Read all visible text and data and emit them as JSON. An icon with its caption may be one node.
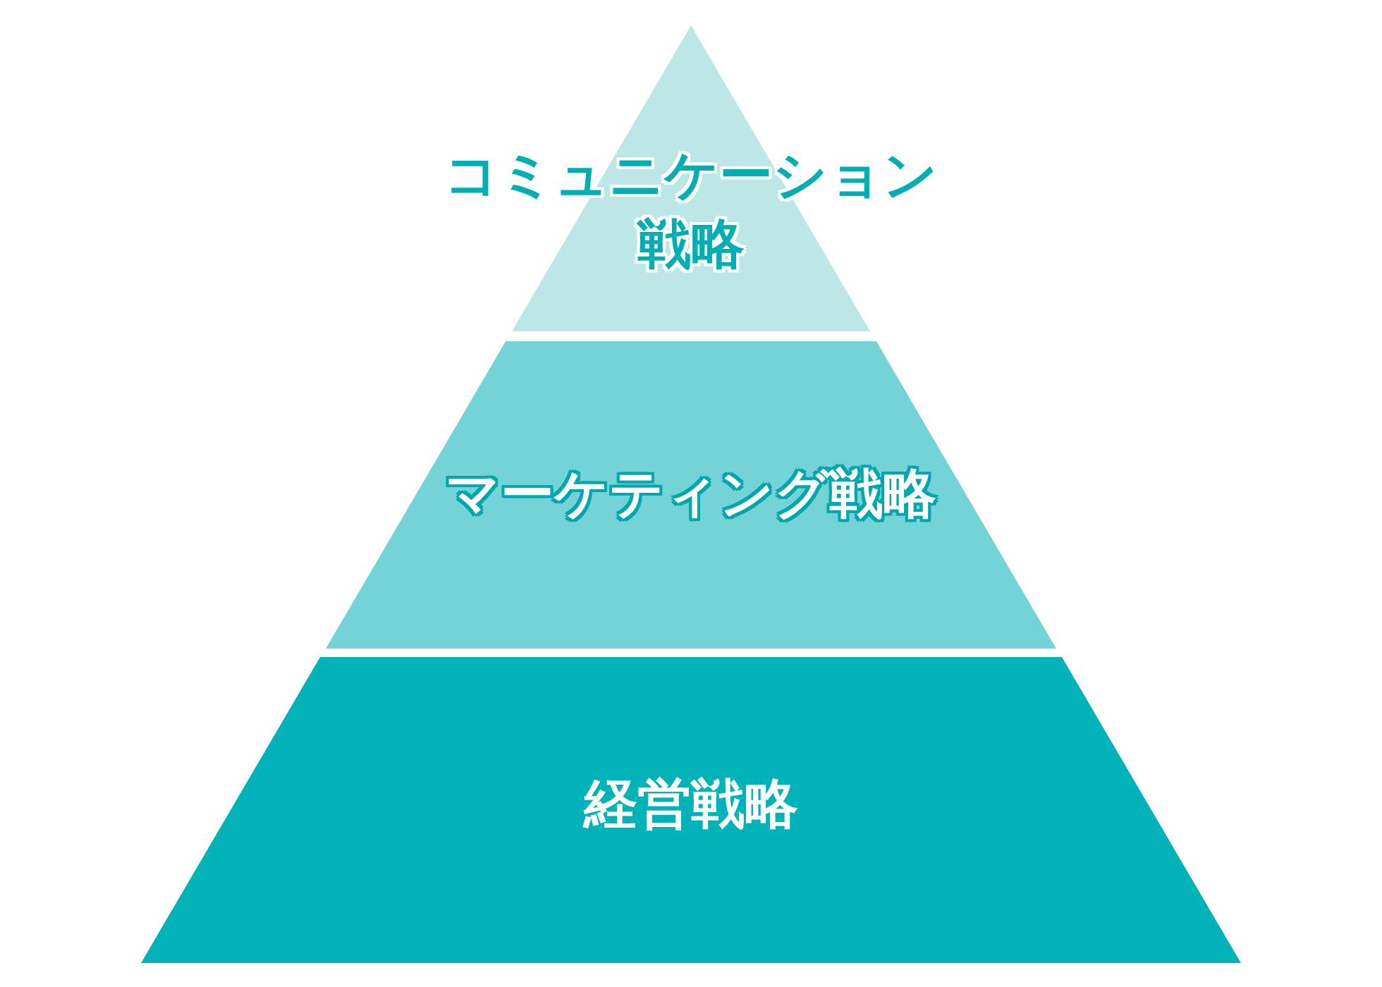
{
  "diagram": {
    "nodes": [
      {
        "text": [
          "コミュニケーション戦略"
        ]
      },
      {
        "text": [
          "マーケティング戦略"
        ]
      },
      {
        "text": [
          "経営戦略"
        ]
      }
    ]
  }
}
